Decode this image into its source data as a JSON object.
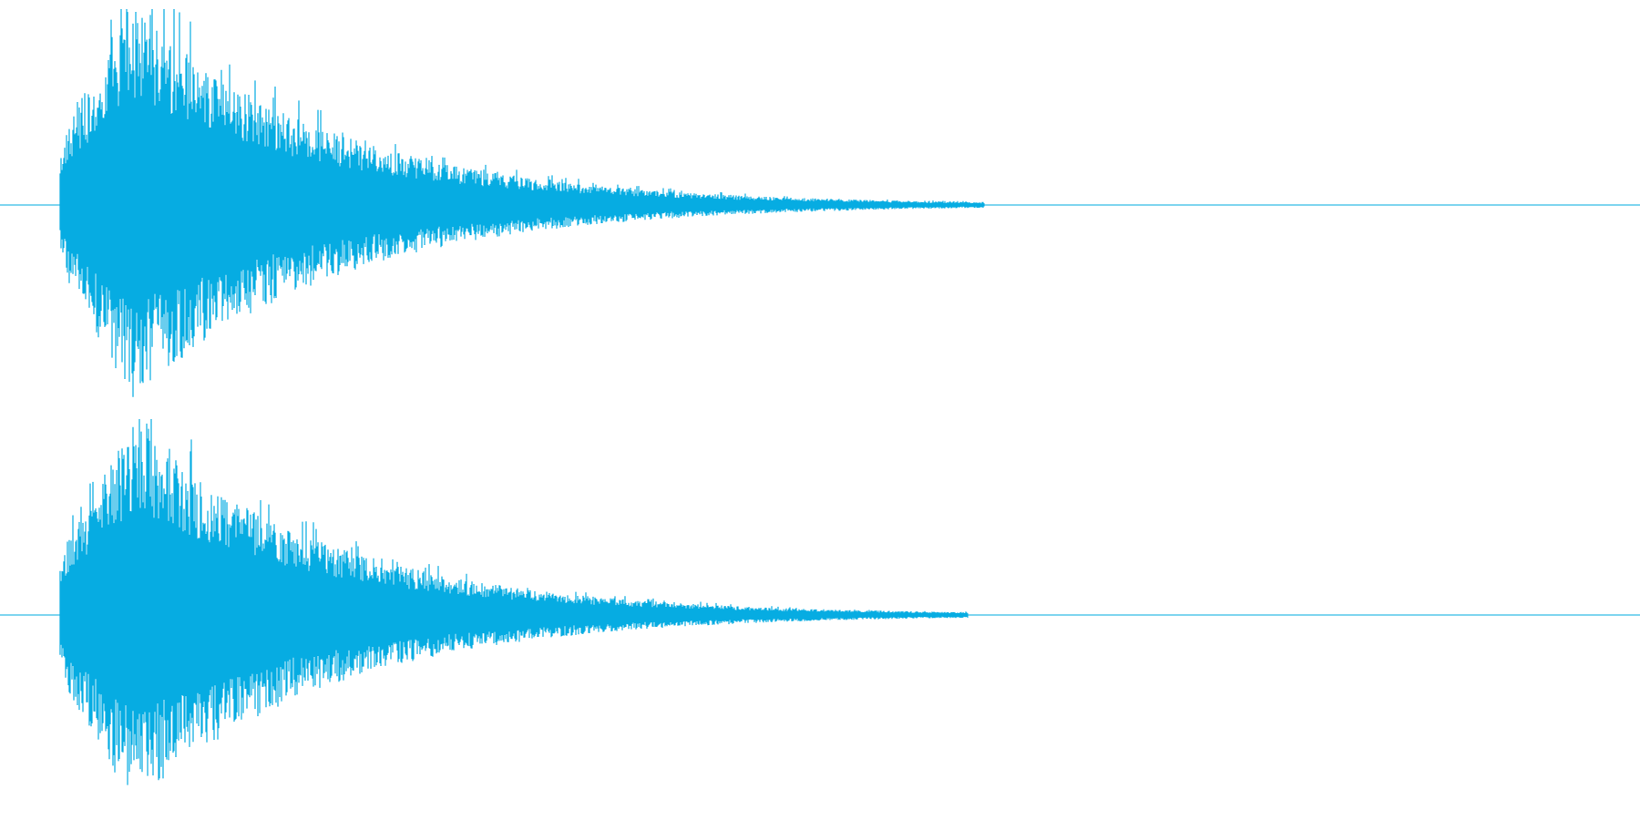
{
  "waveform": {
    "color": "#06ace2",
    "background": "#ffffff",
    "channels": [
      {
        "name": "channel-1",
        "peak_amplitude": 1.0,
        "onset_fraction": 0.037,
        "decay_end_fraction": 0.6
      },
      {
        "name": "channel-2",
        "peak_amplitude": 0.98,
        "onset_fraction": 0.037,
        "decay_end_fraction": 0.59
      }
    ]
  }
}
